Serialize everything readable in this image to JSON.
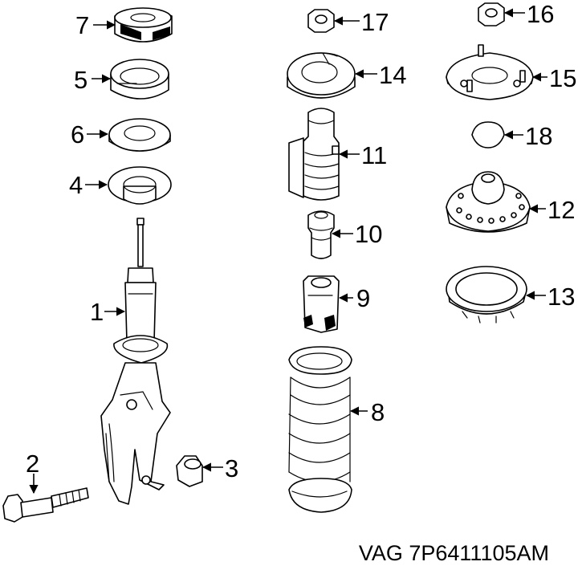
{
  "callouts": {
    "c1": "1",
    "c2": "2",
    "c3": "3",
    "c4": "4",
    "c5": "5",
    "c6": "6",
    "c7": "7",
    "c8": "8",
    "c9": "9",
    "c10": "10",
    "c11": "11",
    "c12": "12",
    "c13": "13",
    "c14": "14",
    "c15": "15",
    "c16": "16",
    "c17": "17",
    "c18": "18"
  },
  "caption": "VAG 7P6411105AM",
  "colors": {
    "line": "#000000",
    "background": "#ffffff"
  }
}
